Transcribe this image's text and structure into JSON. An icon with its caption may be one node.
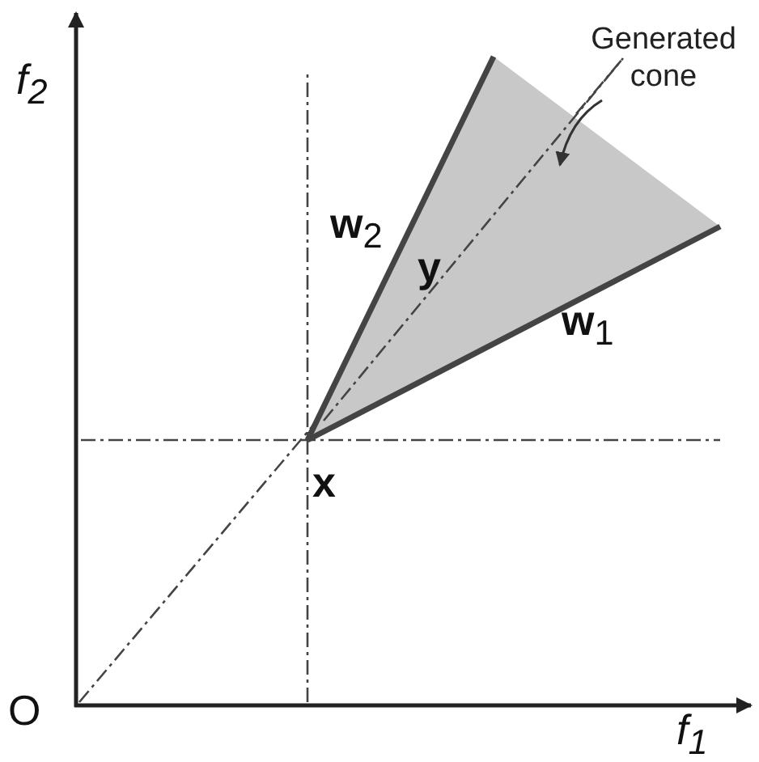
{
  "diagram": {
    "nodes": [
      {
        "text": [
          "Generated cone"
        ]
      },
      {
        "text": [],
        "shape": "triangle"
      }
    ],
    "edges": [
      {
        "from": 0,
        "to": 1,
        "arrow": "to"
      }
    ],
    "labels": [
      "f$_{2}$",
      "**w**$_{2}$",
      "y",
      "**w**$_{1}$",
      "x",
      "O",
      "f$_{1}$"
    ]
  }
}
